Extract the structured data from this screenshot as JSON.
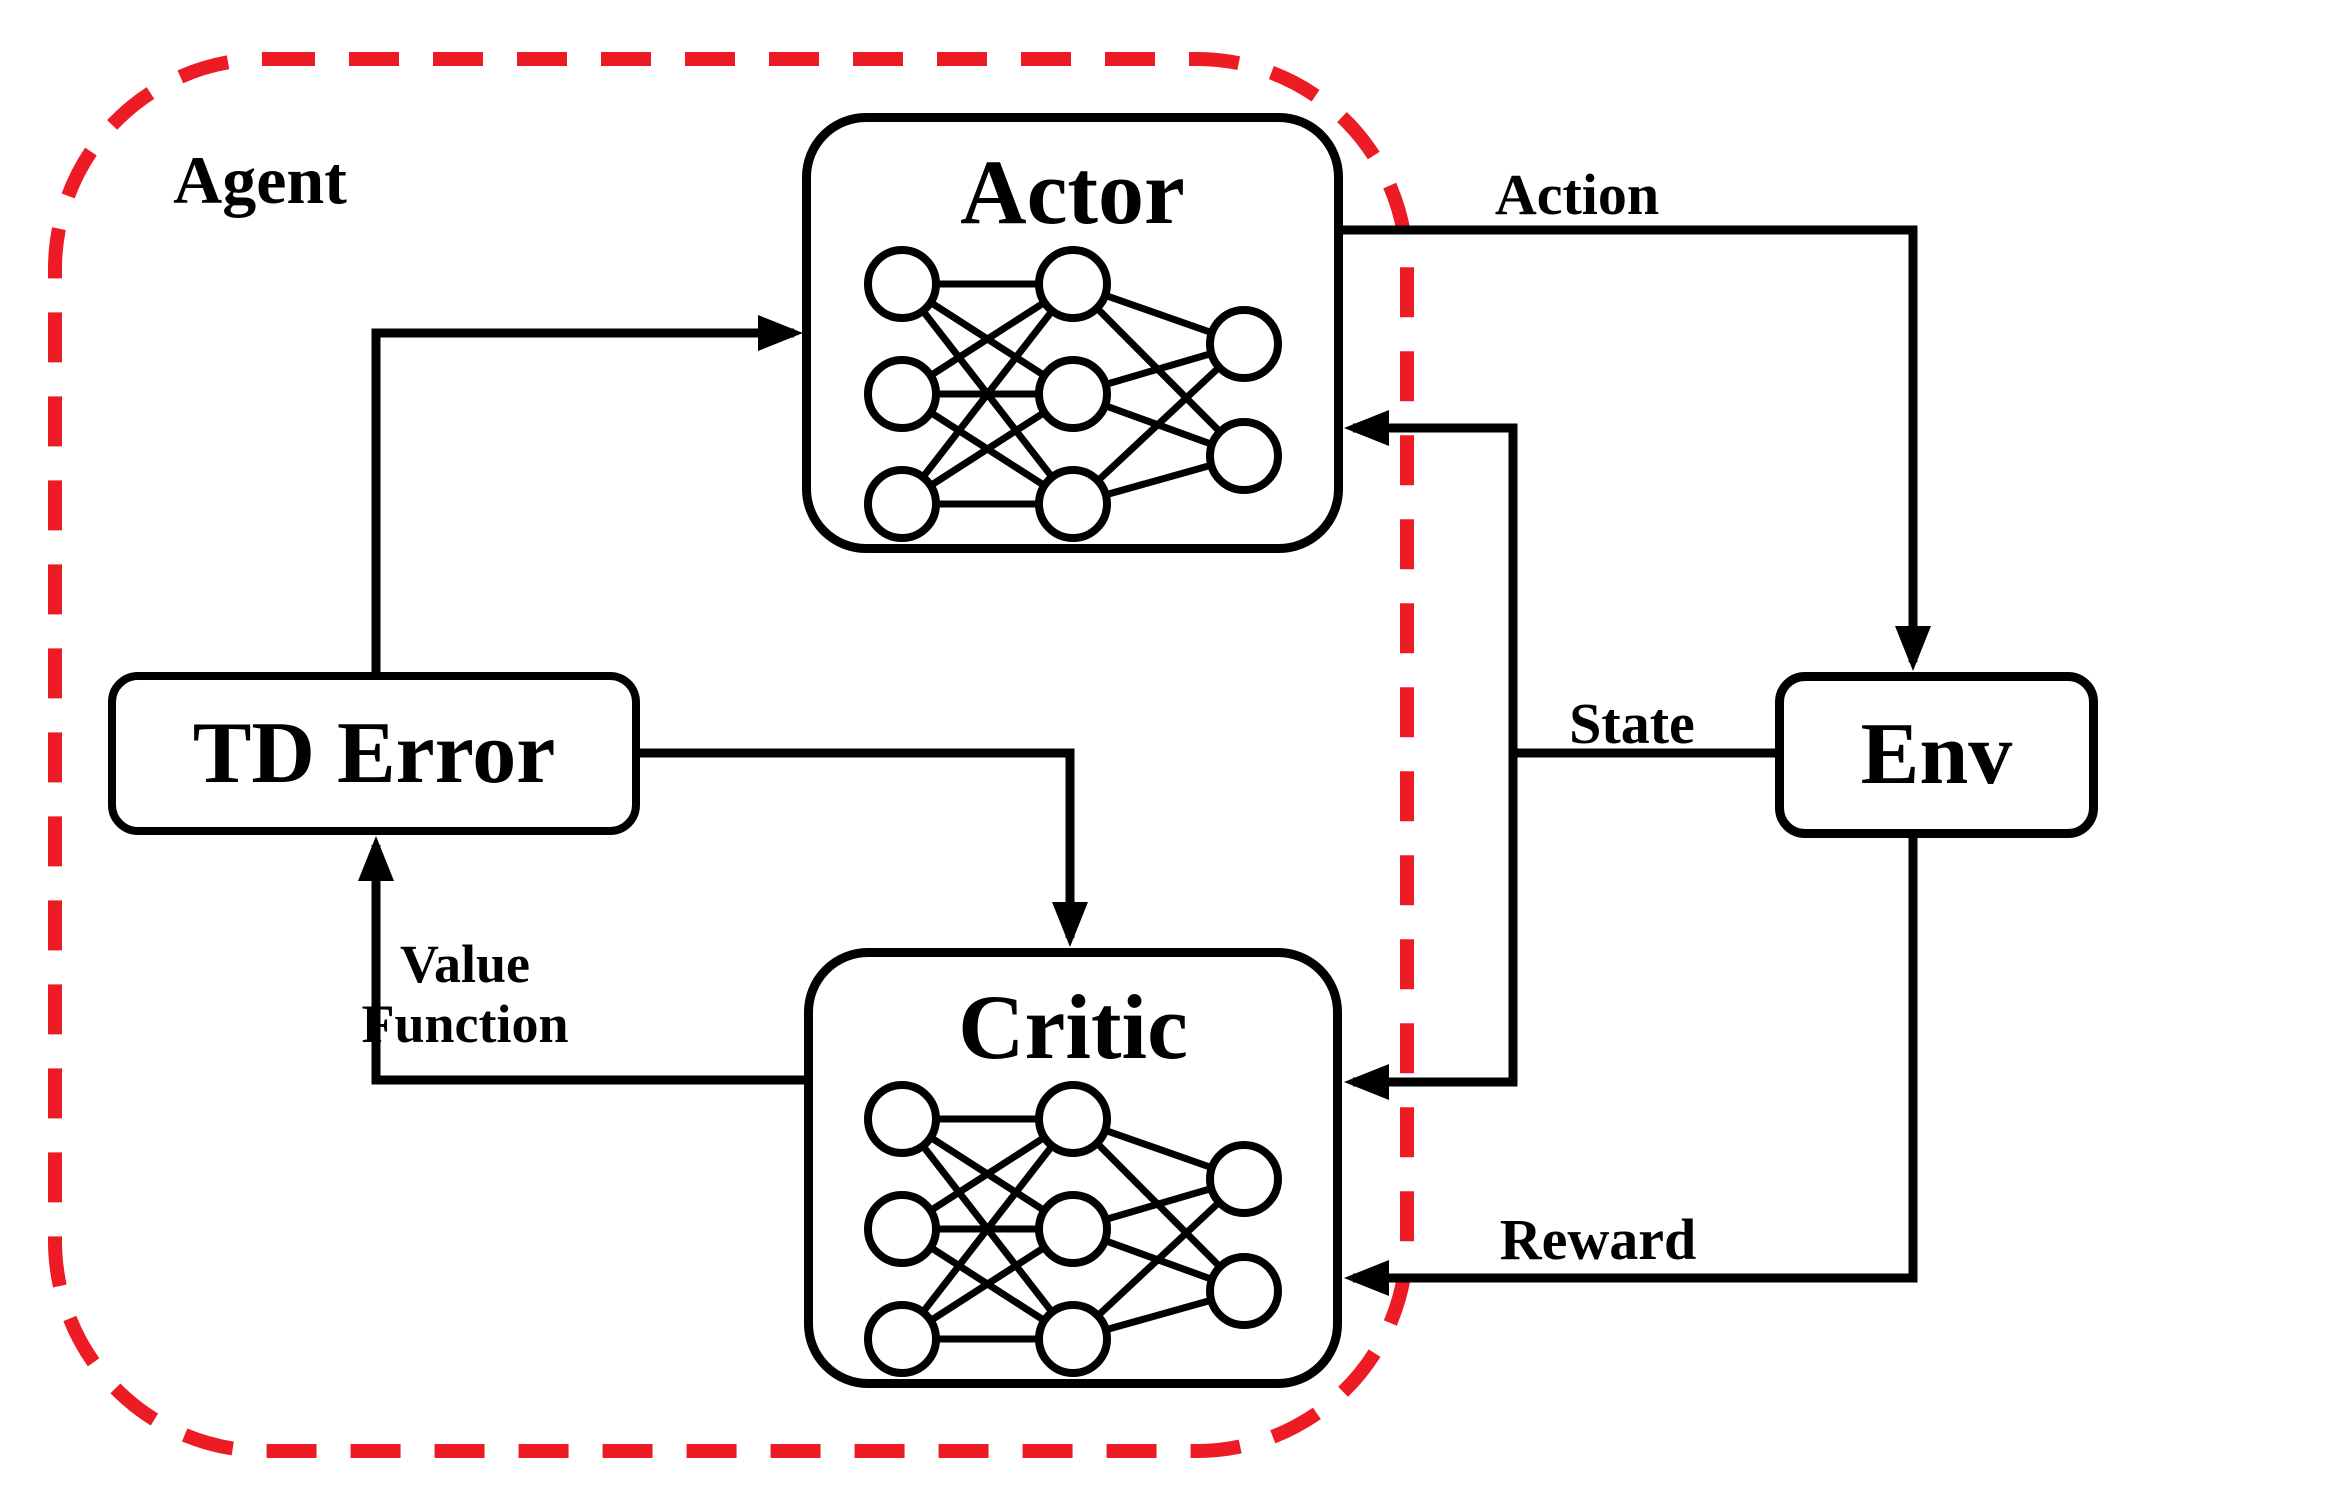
{
  "agent": {
    "label": "Agent"
  },
  "nodes": {
    "actor": {
      "label": "Actor"
    },
    "critic": {
      "label": "Critic"
    },
    "td_error": {
      "label": "TD Error"
    },
    "env": {
      "label": "Env"
    }
  },
  "edge_labels": {
    "action": "Action",
    "state": "State",
    "reward": "Reward",
    "value_function": {
      "line1": "Value",
      "line2": "Function"
    }
  },
  "edges": [
    {
      "from": "TD Error",
      "to": "Actor",
      "label": ""
    },
    {
      "from": "TD Error",
      "to": "Critic",
      "label": ""
    },
    {
      "from": "Critic",
      "to": "TD Error",
      "label": "Value Function"
    },
    {
      "from": "Actor",
      "to": "Env",
      "label": "Action"
    },
    {
      "from": "Env",
      "to": "Actor",
      "label": "State"
    },
    {
      "from": "Env",
      "to": "Critic",
      "label": "State"
    },
    {
      "from": "Env",
      "to": "Critic",
      "label": "Reward"
    }
  ],
  "colors": {
    "agent_border": "#ed1b24",
    "line": "#000000",
    "background": "#ffffff"
  }
}
